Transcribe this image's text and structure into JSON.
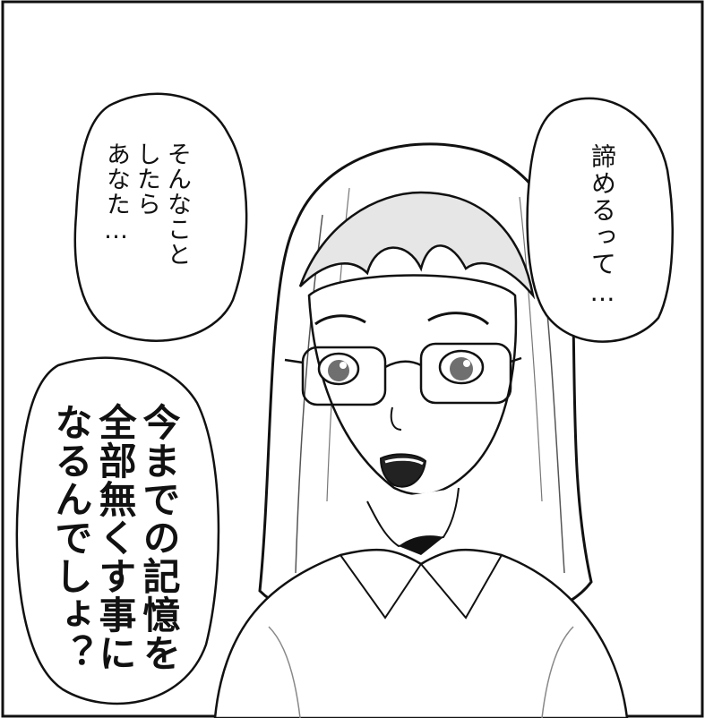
{
  "bubbles": {
    "left_top": "そんなこと\nしたら\nあなた…",
    "right_top": "諦めるって…",
    "left_bottom": "今までの記憶を\n全部無くす事に\nなるんでしょ？"
  },
  "colors": {
    "ink": "#111111",
    "paper": "#ffffff",
    "tone": "#b8b8b8"
  }
}
